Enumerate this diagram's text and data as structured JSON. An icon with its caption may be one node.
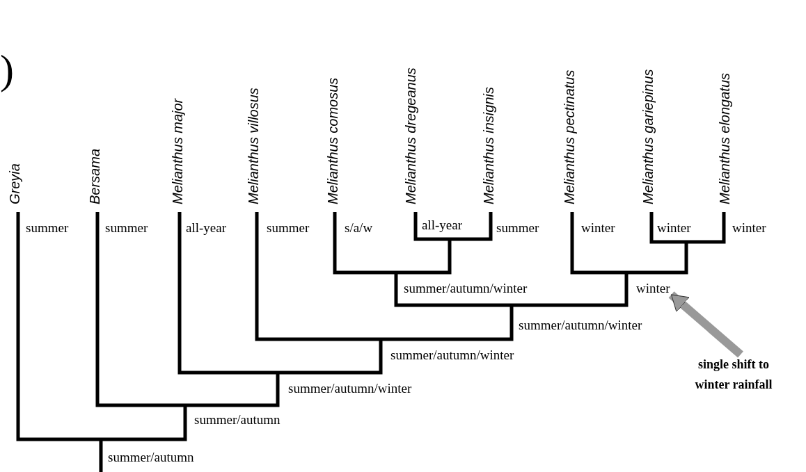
{
  "diagram": {
    "nodes": [
      {
        "text": [
          "winter"
        ]
      },
      {
        "text": [
          "single shift to winter rainfall"
        ]
      }
    ],
    "edges": [
      {
        "from": 1,
        "to": 0,
        "arrow": "to"
      }
    ],
    "labels": [
      ")",
      "Greyia",
      "Bersama",
      "Melianthus major",
      "Melianthus villosus",
      "Melianthus comosus",
      "Melianthus dregeanus",
      "Melianthus insignis",
      "Melianthus pectinatus",
      "Melianthus gariepinus",
      "Melianthus elongatus",
      "summer",
      "summer",
      "all-year",
      "summer",
      "s/a/w",
      "all-year",
      "summer",
      "winter",
      "winter",
      "winter",
      "summer/autumn/winter",
      "summer/autumn/winter",
      "summer/autumn/winter",
      "summer/autumn/winter",
      "summer/autumn",
      "summer/autumn"
    ]
  }
}
